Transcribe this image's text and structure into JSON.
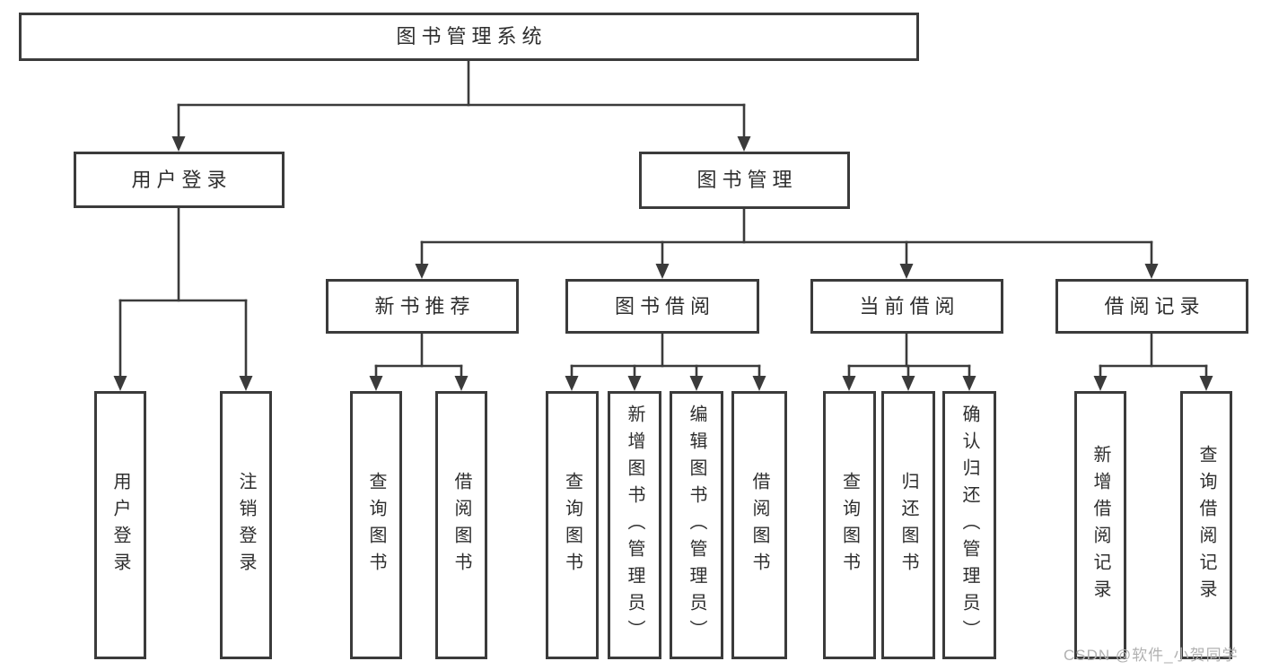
{
  "diagram": {
    "root": {
      "label": "图书管理系统"
    },
    "level2": {
      "user_login": {
        "label": "用户登录"
      },
      "book_management": {
        "label": "图书管理"
      }
    },
    "level3": {
      "new_book_recommend": {
        "label": "新书推荐"
      },
      "book_borrow": {
        "label": "图书借阅"
      },
      "current_borrow": {
        "label": "当前借阅"
      },
      "borrow_record": {
        "label": "借阅记录"
      }
    },
    "leaves": {
      "user_login": {
        "label": "用户登录"
      },
      "logout": {
        "label": "注销登录"
      },
      "recommend_query_book": {
        "label": "查询图书"
      },
      "recommend_borrow_book": {
        "label": "借阅图书"
      },
      "borrow_query_book": {
        "label": "查询图书"
      },
      "borrow_add_book": {
        "label": "新增图书（管理员）"
      },
      "borrow_edit_book": {
        "label": "编辑图书（管理员）"
      },
      "borrow_borrow_book": {
        "label": "借阅图书"
      },
      "current_query_book": {
        "label": "查询图书"
      },
      "current_return_book": {
        "label": "归还图书"
      },
      "current_confirm_return": {
        "label": "确认归还（管理员）"
      },
      "record_add": {
        "label": "新增借阅记录"
      },
      "record_query": {
        "label": "查询借阅记录"
      }
    }
  },
  "watermark": {
    "text": "CSDN @软件_小贺同学"
  },
  "colors": {
    "line": "#3b3b3b",
    "text": "#2e2e2e",
    "watermark": "#b1b1b1",
    "background": "#ffffff"
  }
}
